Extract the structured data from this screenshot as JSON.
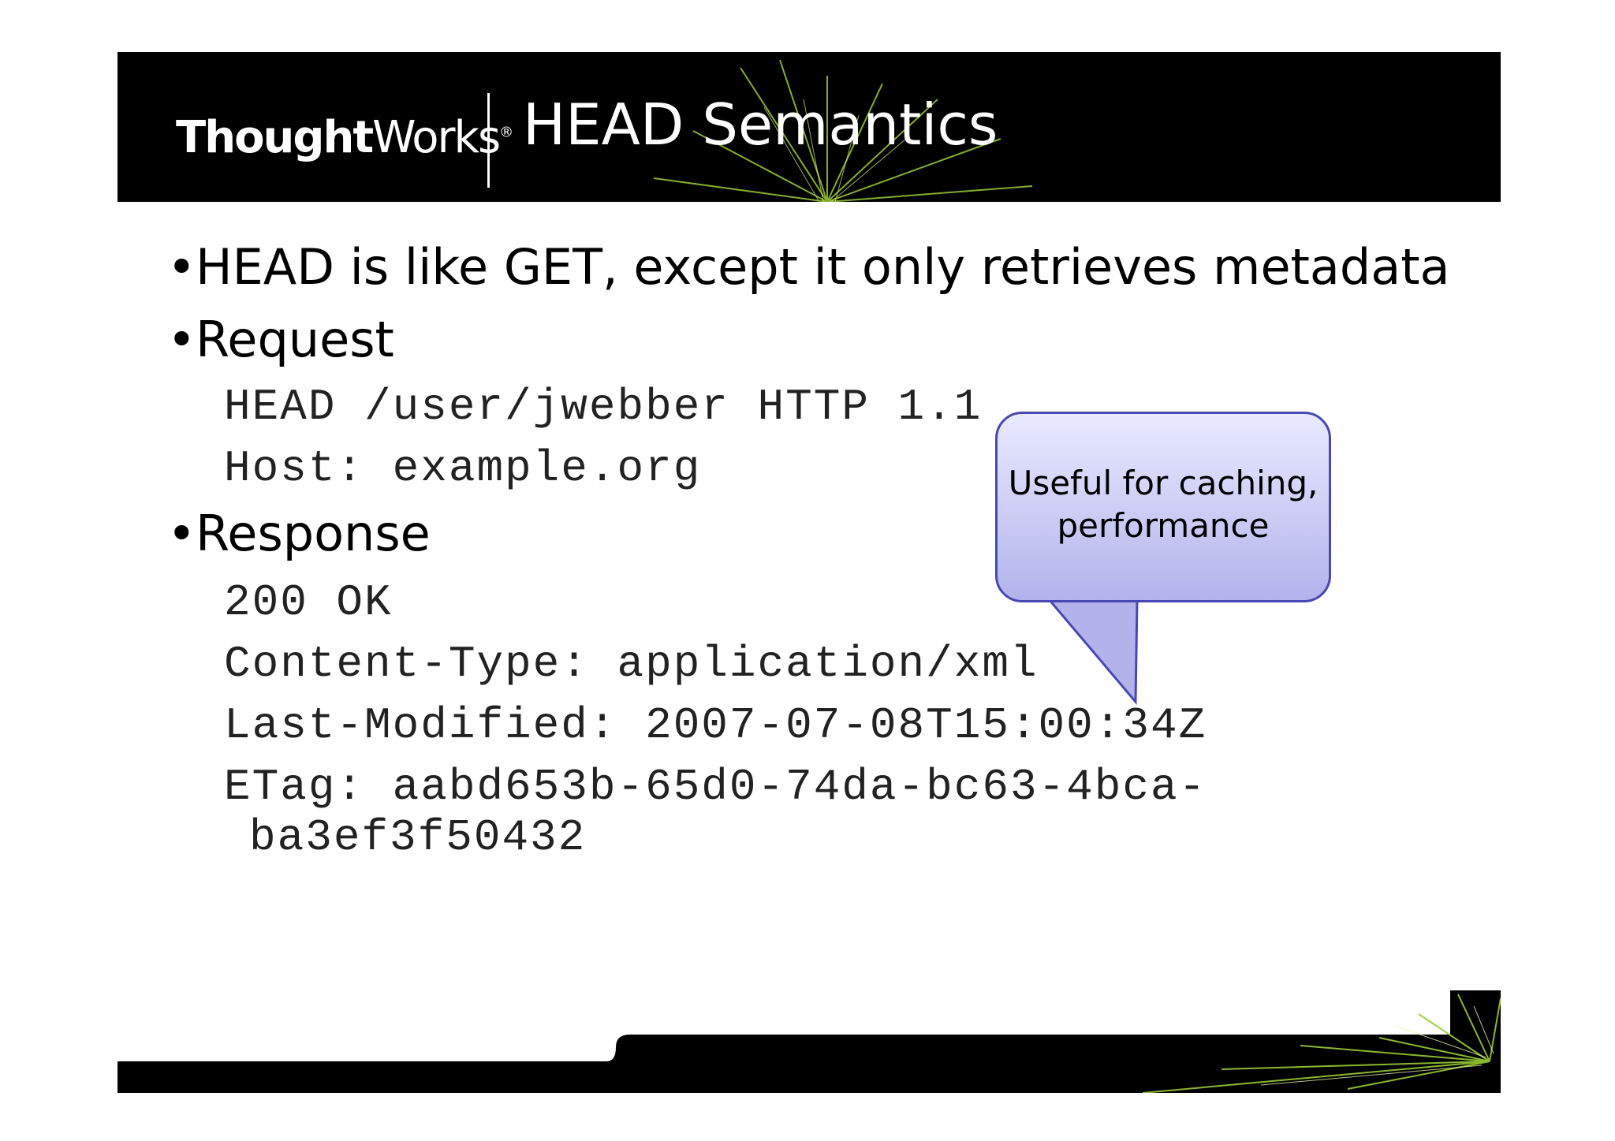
{
  "header": {
    "logo_bold": "Thought",
    "logo_light": "Works",
    "logo_mark": "®",
    "title": "HEAD Semantics"
  },
  "bullets": [
    {
      "text": "HEAD is like GET, except it only retrieves metadata"
    },
    {
      "text": "Request"
    },
    {
      "text": "Response"
    }
  ],
  "request": {
    "line1": "HEAD /user/jwebber HTTP 1.1",
    "line2": "Host: example.org"
  },
  "response": {
    "line1": "200 OK",
    "line2": "Content-Type: application/xml",
    "line3": "Last-Modified: 2007-07-08T15:00:34Z",
    "line4": "ETag: aabd653b-65d0-74da-bc63-4bca-",
    "line5": "ba3ef3f50432"
  },
  "callout": {
    "line1": "Useful for caching,",
    "line2": "performance"
  },
  "colors": {
    "header_bg": "#000000",
    "callout_fill_top": "#e9eaff",
    "callout_fill_bottom": "#b3b3ec",
    "callout_border": "#4848b4",
    "spark_green": "#9acd32"
  }
}
